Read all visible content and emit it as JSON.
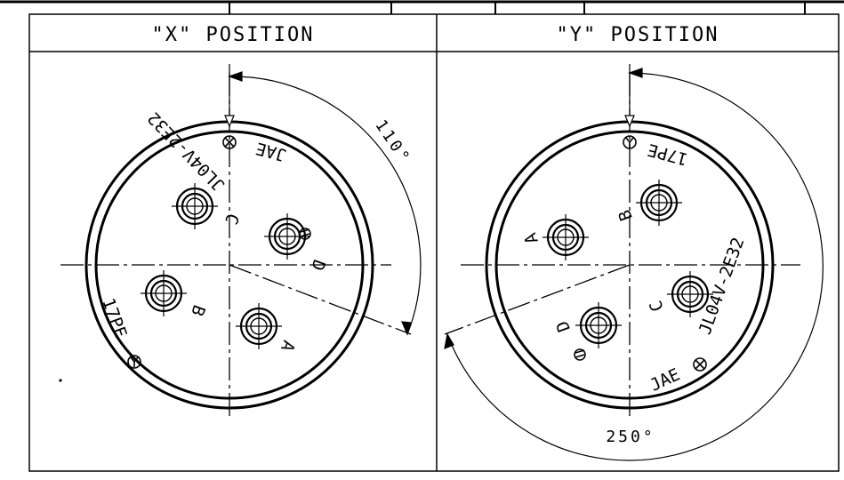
{
  "panels": [
    {
      "id": "x",
      "title": "\"X\" POSITION",
      "pin_labels": [
        "A",
        "B",
        "C",
        "D"
      ],
      "part_number": "JL04V-2E32",
      "shell_code": "17PE",
      "maker": "JAE",
      "angle_label": "110°"
    },
    {
      "id": "y",
      "title": "\"Y\" POSITION",
      "pin_labels": [
        "A",
        "B",
        "C",
        "D"
      ],
      "part_number": "JL04V-2E32",
      "shell_code": "17PE",
      "maker": "JAE",
      "angle_label": "250°"
    }
  ],
  "colors": {
    "line": "#000000",
    "background": "#ffffff"
  }
}
